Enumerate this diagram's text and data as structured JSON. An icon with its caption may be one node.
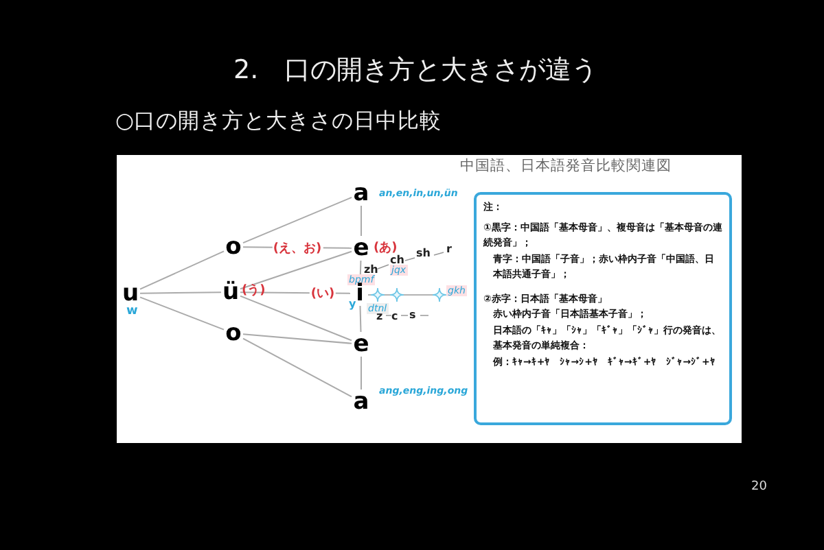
{
  "diagram": {
    "title": "2.　口の開き方と大きさが違う",
    "nodes": [
      {
        "text": [
          "u"
        ],
        "beside": [
          "w"
        ]
      },
      {
        "text": [
          "o"
        ]
      },
      {
        "text": [
          "ü"
        ],
        "beside": [
          "(う)"
        ]
      },
      {
        "text": [
          "o"
        ]
      },
      {
        "text": [
          "a"
        ],
        "beside": [
          "an,en,in,un,ün"
        ]
      },
      {
        "text": [
          "e"
        ],
        "beside": [
          "(あ)"
        ]
      },
      {
        "text": [
          "i"
        ]
      },
      {
        "text": [
          "e"
        ]
      },
      {
        "text": [
          "a"
        ],
        "beside": [
          "ang,eng,ing,ong"
        ]
      },
      {
        "text": [
          "注：",
          "①黒字：中国語「基本母音」、複母音は「基本母音の連続発音」；",
          "青字：中国語「子音」；赤い枠内子音「中国語、日本語共通子音」；",
          "②赤字：日本語「基本母音」",
          "赤い枠内子音「日本語基本子音」；",
          "日本語の「ｷｬ」「ｼｬ」「ｷﾞｬ」「ｼﾞｬ」行の発音は、基本発音の単純複合：",
          "例：ｷｬ→ｷ+ﾔ　ｼｬ→ｼ+ﾔ　ｷﾞｬ→ｷﾞ+ﾔ　ｼﾞｬ→ｼﾞ+ﾔ"
        ]
      }
    ],
    "edges": [
      {
        "from": 0,
        "to": 1,
        "arrow": "none"
      },
      {
        "from": 1,
        "to": 4,
        "arrow": "none"
      },
      {
        "from": 1,
        "to": 5,
        "arrow": "none",
        "label": "(え、お)"
      },
      {
        "from": 0,
        "to": 2,
        "arrow": "none"
      },
      {
        "from": 2,
        "to": 6,
        "arrow": "none",
        "label": "(い)"
      },
      {
        "from": 2,
        "to": 5,
        "arrow": "none"
      },
      {
        "from": 0,
        "to": 3,
        "arrow": "none"
      },
      {
        "from": 3,
        "to": 7,
        "arrow": "none"
      },
      {
        "from": 3,
        "to": 8,
        "arrow": "none"
      },
      {
        "from": 2,
        "to": 7,
        "arrow": "none"
      },
      {
        "from": 4,
        "to": 5,
        "arrow": "none"
      },
      {
        "from": 5,
        "to": 6,
        "arrow": "none"
      },
      {
        "from": 6,
        "to": 7,
        "arrow": "none"
      },
      {
        "from": 7,
        "to": 8,
        "arrow": "none"
      }
    ],
    "labels": [
      "○口の開き方と大きさの日中比較",
      "中国語、日本語発音比較関連図",
      "zh",
      "ch",
      "sh",
      "r",
      "bpmf",
      "jqx",
      "gkh",
      "y",
      "dtnl",
      "z",
      "c",
      "s",
      "20"
    ]
  }
}
